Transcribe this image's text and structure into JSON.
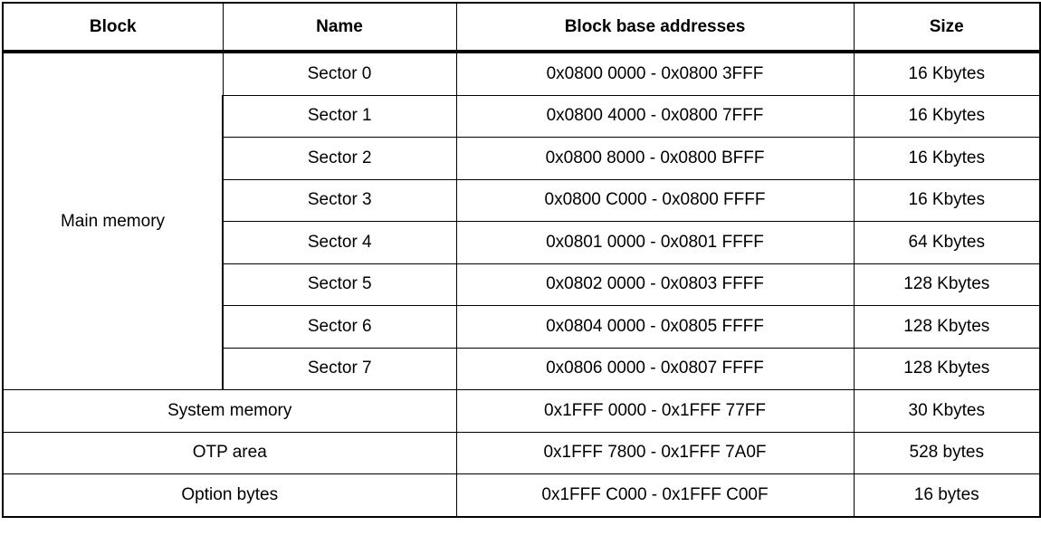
{
  "table": {
    "headers": [
      "Block",
      "Name",
      "Block base addresses",
      "Size"
    ],
    "main_memory": {
      "block": "Main memory",
      "sectors": [
        {
          "name": "Sector 0",
          "addresses": "0x0800 0000 - 0x0800 3FFF",
          "size": "16 Kbytes"
        },
        {
          "name": "Sector 1",
          "addresses": "0x0800 4000 - 0x0800 7FFF",
          "size": "16 Kbytes"
        },
        {
          "name": "Sector 2",
          "addresses": "0x0800 8000 - 0x0800 BFFF",
          "size": "16 Kbytes"
        },
        {
          "name": "Sector 3",
          "addresses": "0x0800 C000 - 0x0800 FFFF",
          "size": "16 Kbytes"
        },
        {
          "name": "Sector 4",
          "addresses": "0x0801 0000 - 0x0801 FFFF",
          "size": "64 Kbytes"
        },
        {
          "name": "Sector 5",
          "addresses": "0x0802 0000 - 0x0803 FFFF",
          "size": "128 Kbytes"
        },
        {
          "name": "Sector 6",
          "addresses": "0x0804 0000 - 0x0805 FFFF",
          "size": "128 Kbytes"
        },
        {
          "name": "Sector 7",
          "addresses": "0x0806 0000 - 0x0807 FFFF",
          "size": "128 Kbytes"
        }
      ]
    },
    "other_blocks": [
      {
        "block": "System memory",
        "addresses": "0x1FFF 0000 - 0x1FFF 77FF",
        "size": "30 Kbytes"
      },
      {
        "block": "OTP area",
        "addresses": "0x1FFF 7800 - 0x1FFF 7A0F",
        "size": "528 bytes"
      },
      {
        "block": "Option bytes",
        "addresses": "0x1FFF C000 - 0x1FFF C00F",
        "size": "16 bytes"
      }
    ],
    "colors": {
      "border": "#000000",
      "text": "#000000",
      "background": "#ffffff"
    }
  }
}
